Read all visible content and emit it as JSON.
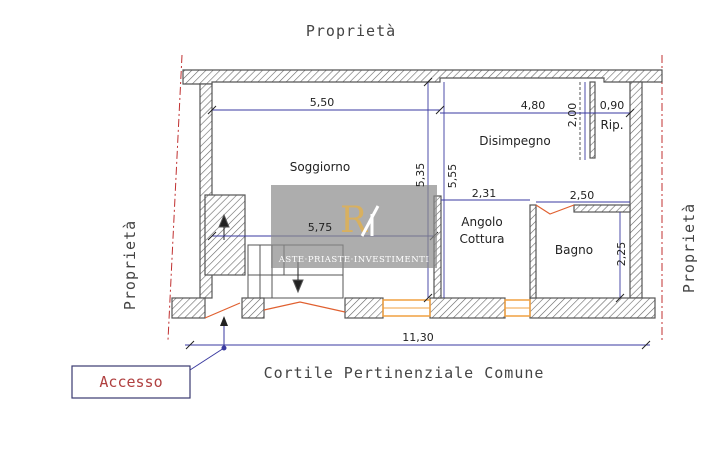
{
  "labels": {
    "top": "Proprietà",
    "left": "Proprietà",
    "right": "Proprietà",
    "bottom": "Cortile Pertinenziale Comune",
    "accesso": "Accesso"
  },
  "rooms": {
    "soggiorno": "Soggiorno",
    "disimpegno": "Disimpegno",
    "rip": "Rip.",
    "angolo": "Angolo",
    "cottura": "Cottura",
    "bagno": "Bagno"
  },
  "dimensions": {
    "d_550": "5,50",
    "d_480": "4,80",
    "d_200": "2,00",
    "d_090": "0,90",
    "d_535": "5,35",
    "d_555": "5,55",
    "d_231": "2,31",
    "d_250": "2,50",
    "d_575": "5,75",
    "d_225": "2,25",
    "d_1130": "11,30"
  },
  "watermark": {
    "text": "ASTE·PRIASTE·INVESTIMENTI"
  },
  "colors": {
    "wall": "#555555",
    "hatch": "#666666",
    "dimension_line": "#3a3aa0",
    "property_line": "#c03030",
    "door": "#e06030",
    "window": "#f0a040",
    "accesso_text": "#b04040",
    "watermark_bg": "#8a8a8a",
    "watermark_logo": "#d8b060"
  }
}
